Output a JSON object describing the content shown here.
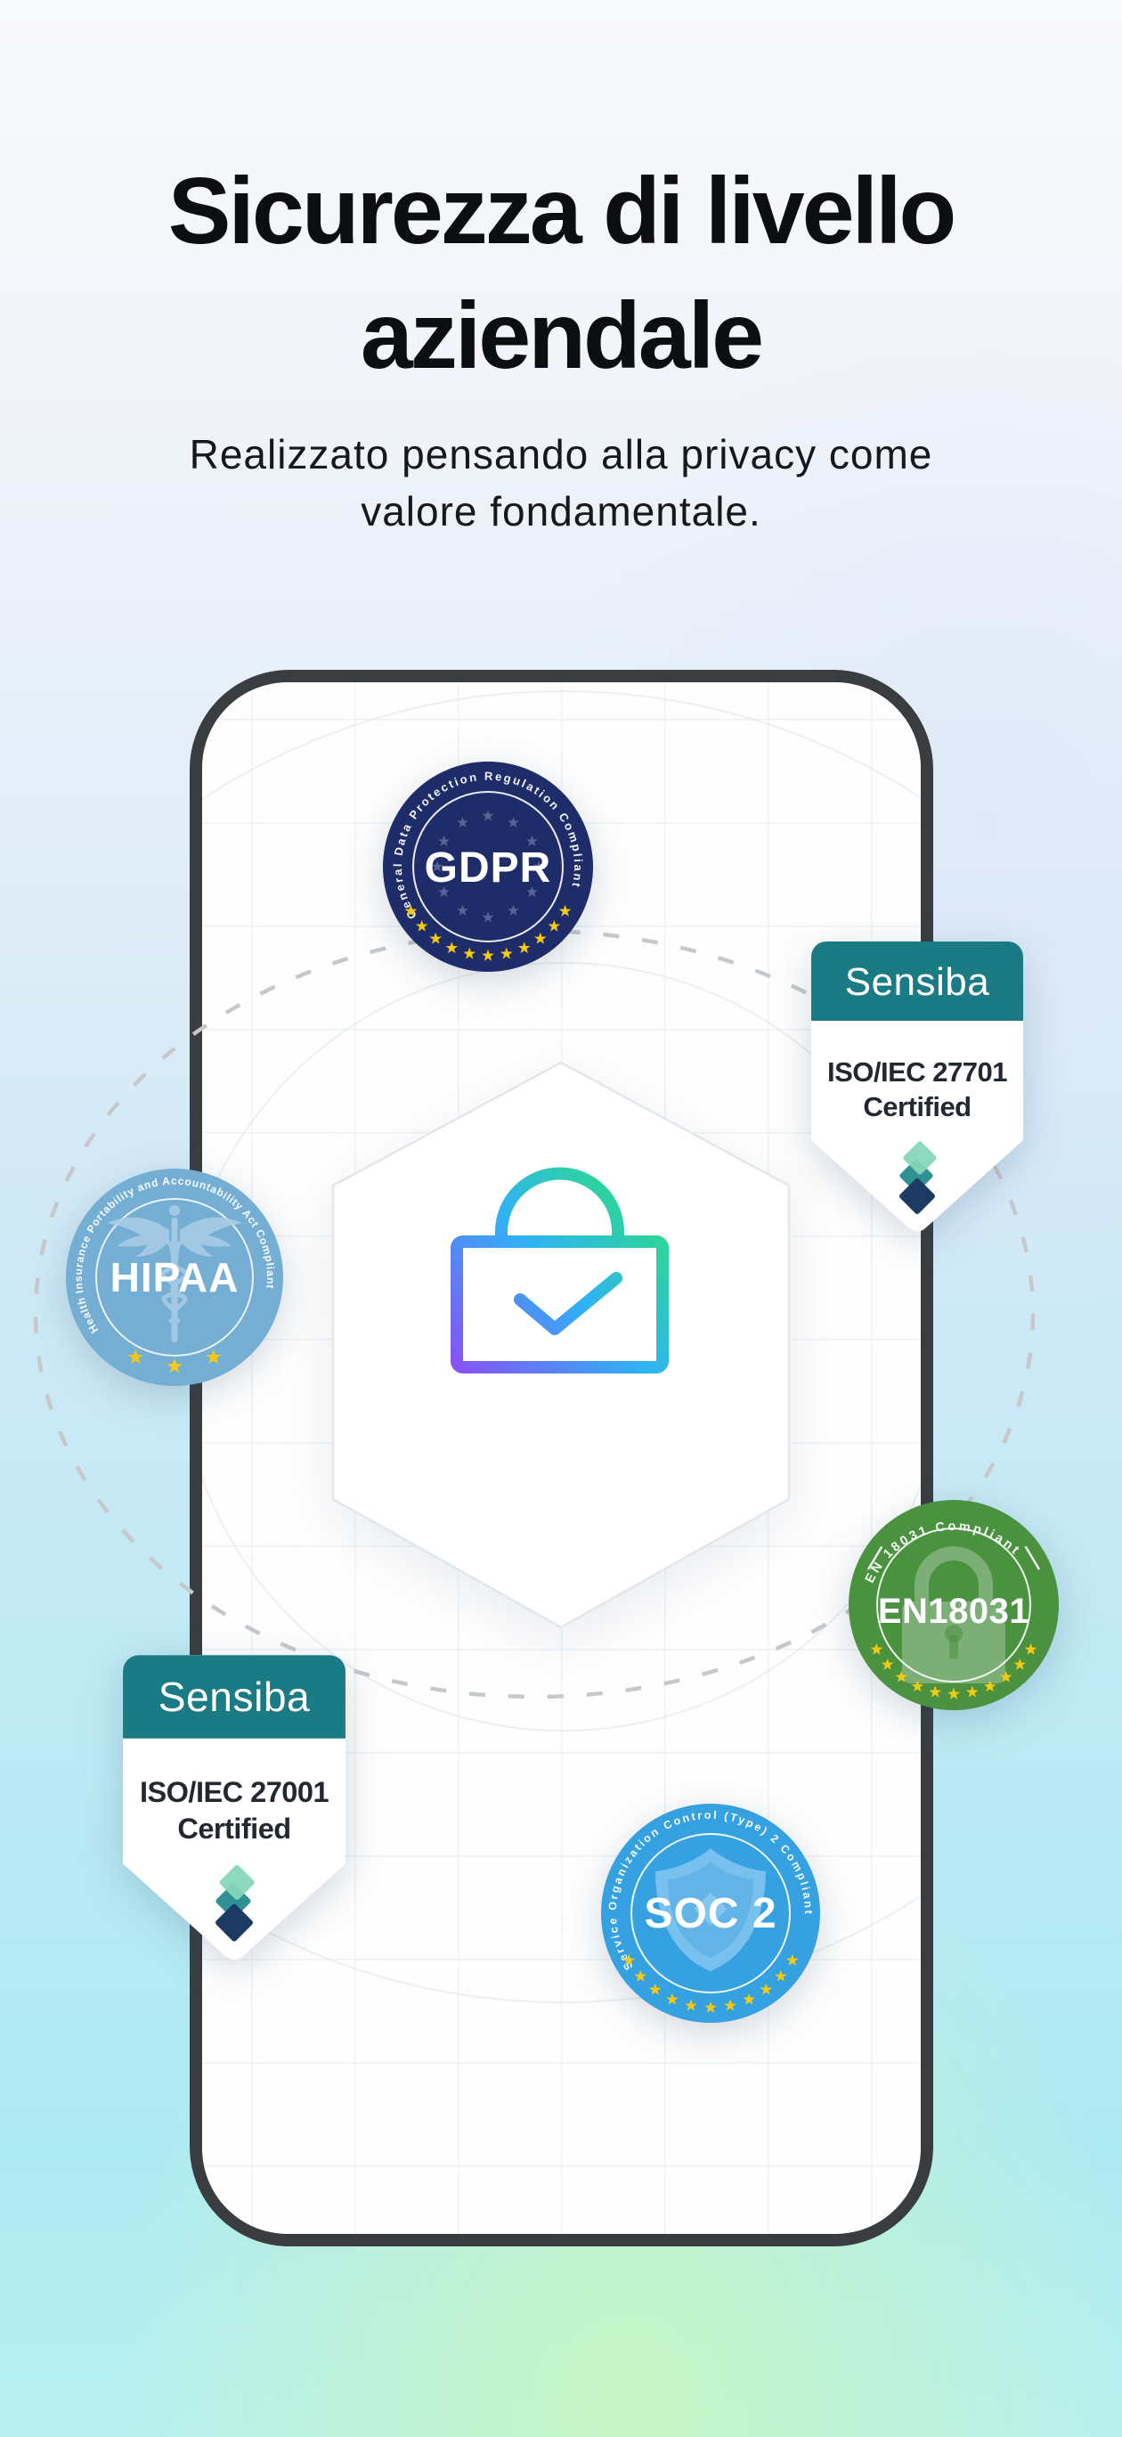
{
  "header": {
    "title_line1": "Sicurezza di livello",
    "title_line2": "aziendale",
    "subtitle_line1": "Realizzato pensando alla privacy come",
    "subtitle_line2": "valore fondamentale."
  },
  "badges": {
    "gdpr": {
      "label": "GDPR",
      "ring_text": "General Data Protection Regulation Compliant",
      "bg_color": "#1e2c69",
      "star_color": "#f7ca12",
      "eu_star_color": "#5b6899"
    },
    "hipaa": {
      "label": "HIPAA",
      "ring_text": "Health Insurance Portability and Accountability Act Compliant",
      "bg_color": "#74aed3",
      "star_color": "#f7ca12"
    },
    "en18031": {
      "label": "EN18031",
      "ring_text": "EN 18031 Compliant",
      "bg_color": "#4a9140",
      "star_color": "#f7ca12"
    },
    "soc2": {
      "label": "SOC 2",
      "ring_text": "Service Organization Control (Type) 2 Compliant",
      "bg_color": "#35a1e1",
      "star_color": "#f7ca12"
    },
    "sensiba_iso27701": {
      "brand": "Sensiba",
      "cert_line1": "ISO/IEC 27701",
      "cert_line2": "Certified",
      "header_color": "#1b7b85"
    },
    "sensiba_iso27001": {
      "brand": "Sensiba",
      "cert_line1": "ISO/IEC 27001",
      "cert_line2": "Certified",
      "header_color": "#1b7b85"
    }
  },
  "lock": {
    "gradient_start": "#8a4ef5",
    "gradient_mid": "#2fb3f5",
    "gradient_end": "#2ee56e"
  },
  "phone": {
    "frame_color": "#3a3d40"
  }
}
